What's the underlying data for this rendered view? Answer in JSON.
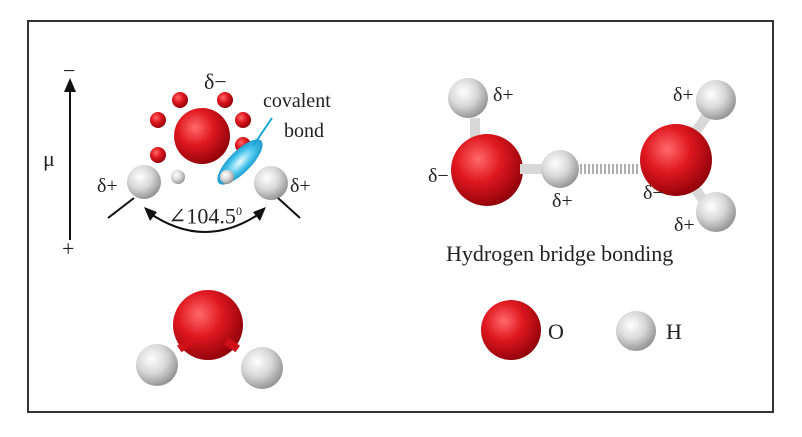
{
  "dipole": {
    "minus": "−",
    "mu": "μ",
    "plus": "+"
  },
  "water_top": {
    "delta_minus": "δ−",
    "delta_plus_left": "δ+",
    "delta_plus_right": "δ+",
    "covalent_line1": "covalent",
    "covalent_line2": "bond",
    "angle_value": "∠104.5",
    "angle_unit": "0"
  },
  "hbond": {
    "d_plus_top": "δ+",
    "d_minus_left": "δ−",
    "d_plus_bridge": "δ+",
    "d_plus_right_top": "δ+",
    "d_minus_right": "δ−",
    "d_plus_right_bottom": "δ+",
    "caption": "Hydrogen bridge bonding"
  },
  "legend": {
    "oxygen": "O",
    "hydrogen": "H"
  },
  "colors": {
    "oxygen": "#d0101a",
    "hydrogen": "#cfcfcf",
    "orbital": "#18a8d8",
    "text": "#222222"
  }
}
